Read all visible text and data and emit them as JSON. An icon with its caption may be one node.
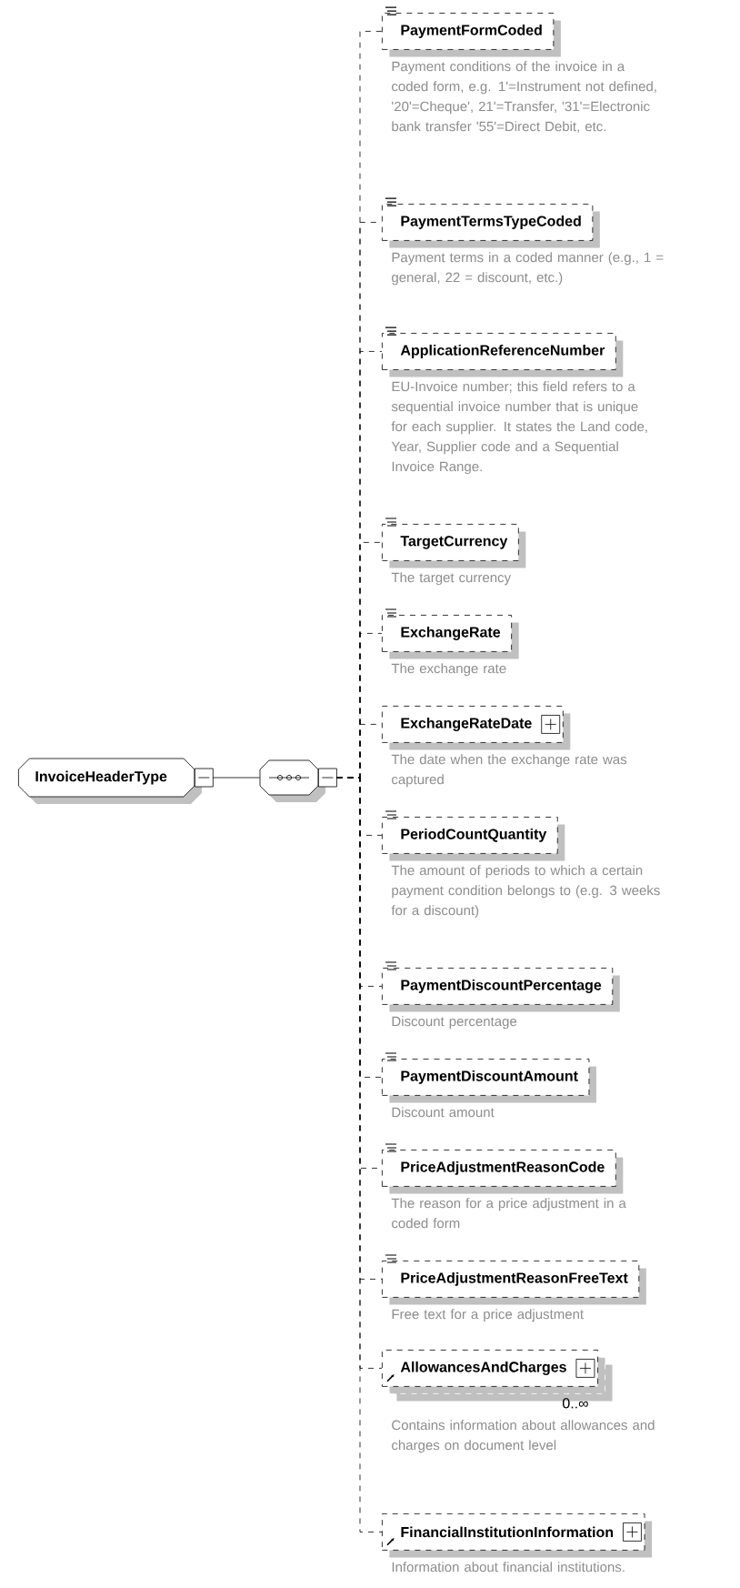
{
  "diagram": {
    "nodes": [
      {
        "text": [
          "InvoiceHeaderType"
        ]
      },
      {
        "text": [],
        "shape": "octagon"
      },
      {
        "text": [
          "PaymentFormCoded"
        ],
        "beside": [
          "Payment conditions of the invoice in a coded form, e.g. 1'=Instrument not defined, '20'=Cheque', 21'=Transfer, '31'=Electronic bank transfer '55'=Direct Debit, etc."
        ]
      },
      {
        "text": [
          "PaymentTermsTypeCoded"
        ],
        "beside": [
          "Payment terms in a coded manner (e.g., 1 = general, 22 = discount, etc.)"
        ]
      },
      {
        "text": [
          "ApplicationReferenceNumber"
        ],
        "beside": [
          "EU-Invoice number; this field refers to a sequential invoice number that is unique for each supplier. It states the Land code, Year, Supplier code and a Sequential Invoice Range."
        ]
      },
      {
        "text": [
          "TargetCurrency"
        ],
        "beside": [
          "The target currency"
        ]
      },
      {
        "text": [
          "ExchangeRate"
        ],
        "beside": [
          "The exchange rate"
        ]
      },
      {
        "text": [
          "ExchangeRateDate"
        ],
        "beside": [
          "The date when the exchange rate was captured"
        ]
      },
      {
        "text": [
          "PeriodCountQuantity"
        ],
        "beside": [
          "The amount of periods to which a certain payment condition belongs to (e.g. 3 weeks for a discount)"
        ]
      },
      {
        "text": [
          "PaymentDiscountPercentage"
        ],
        "beside": [
          "Discount percentage"
        ]
      },
      {
        "text": [
          "PaymentDiscountAmount"
        ],
        "beside": [
          "Discount amount"
        ]
      },
      {
        "text": [
          "PriceAdjustmentReasonCode"
        ],
        "beside": [
          "The reason for a price adjustment in a coded form"
        ]
      },
      {
        "text": [
          "PriceAdjustmentReasonFreeText"
        ],
        "beside": [
          "Free text for a price adjustment"
        ]
      },
      {
        "text": [
          "AllowancesAndCharges"
        ],
        "beside": [
          "0..∞",
          "Contains information about allowances and charges on document level"
        ]
      },
      {
        "text": [
          "FinancialInstitutionInformation"
        ],
        "beside": [
          "Information about financial institutions."
        ]
      }
    ],
    "edges": [
      {
        "from": 0,
        "to": 1,
        "arrow": "none"
      },
      {
        "from": 1,
        "to": 2,
        "arrow": "none",
        "style": "dashed"
      },
      {
        "from": 1,
        "to": 3,
        "arrow": "none",
        "style": "dashed"
      },
      {
        "from": 1,
        "to": 4,
        "arrow": "none",
        "style": "dashed"
      },
      {
        "from": 1,
        "to": 5,
        "arrow": "none",
        "style": "dashed"
      },
      {
        "from": 1,
        "to": 6,
        "arrow": "none",
        "style": "dashed"
      },
      {
        "from": 1,
        "to": 7,
        "arrow": "none",
        "style": "dashed"
      },
      {
        "from": 1,
        "to": 8,
        "arrow": "none",
        "style": "dashed"
      },
      {
        "from": 1,
        "to": 9,
        "arrow": "none",
        "style": "dashed"
      },
      {
        "from": 1,
        "to": 10,
        "arrow": "none",
        "style": "dashed"
      },
      {
        "from": 1,
        "to": 11,
        "arrow": "none",
        "style": "dashed"
      },
      {
        "from": 1,
        "to": 12,
        "arrow": "none",
        "style": "dashed"
      },
      {
        "from": 1,
        "to": 13,
        "arrow": "none",
        "style": "dashed"
      },
      {
        "from": 1,
        "to": 14,
        "arrow": "none",
        "style": "dashed"
      }
    ]
  }
}
